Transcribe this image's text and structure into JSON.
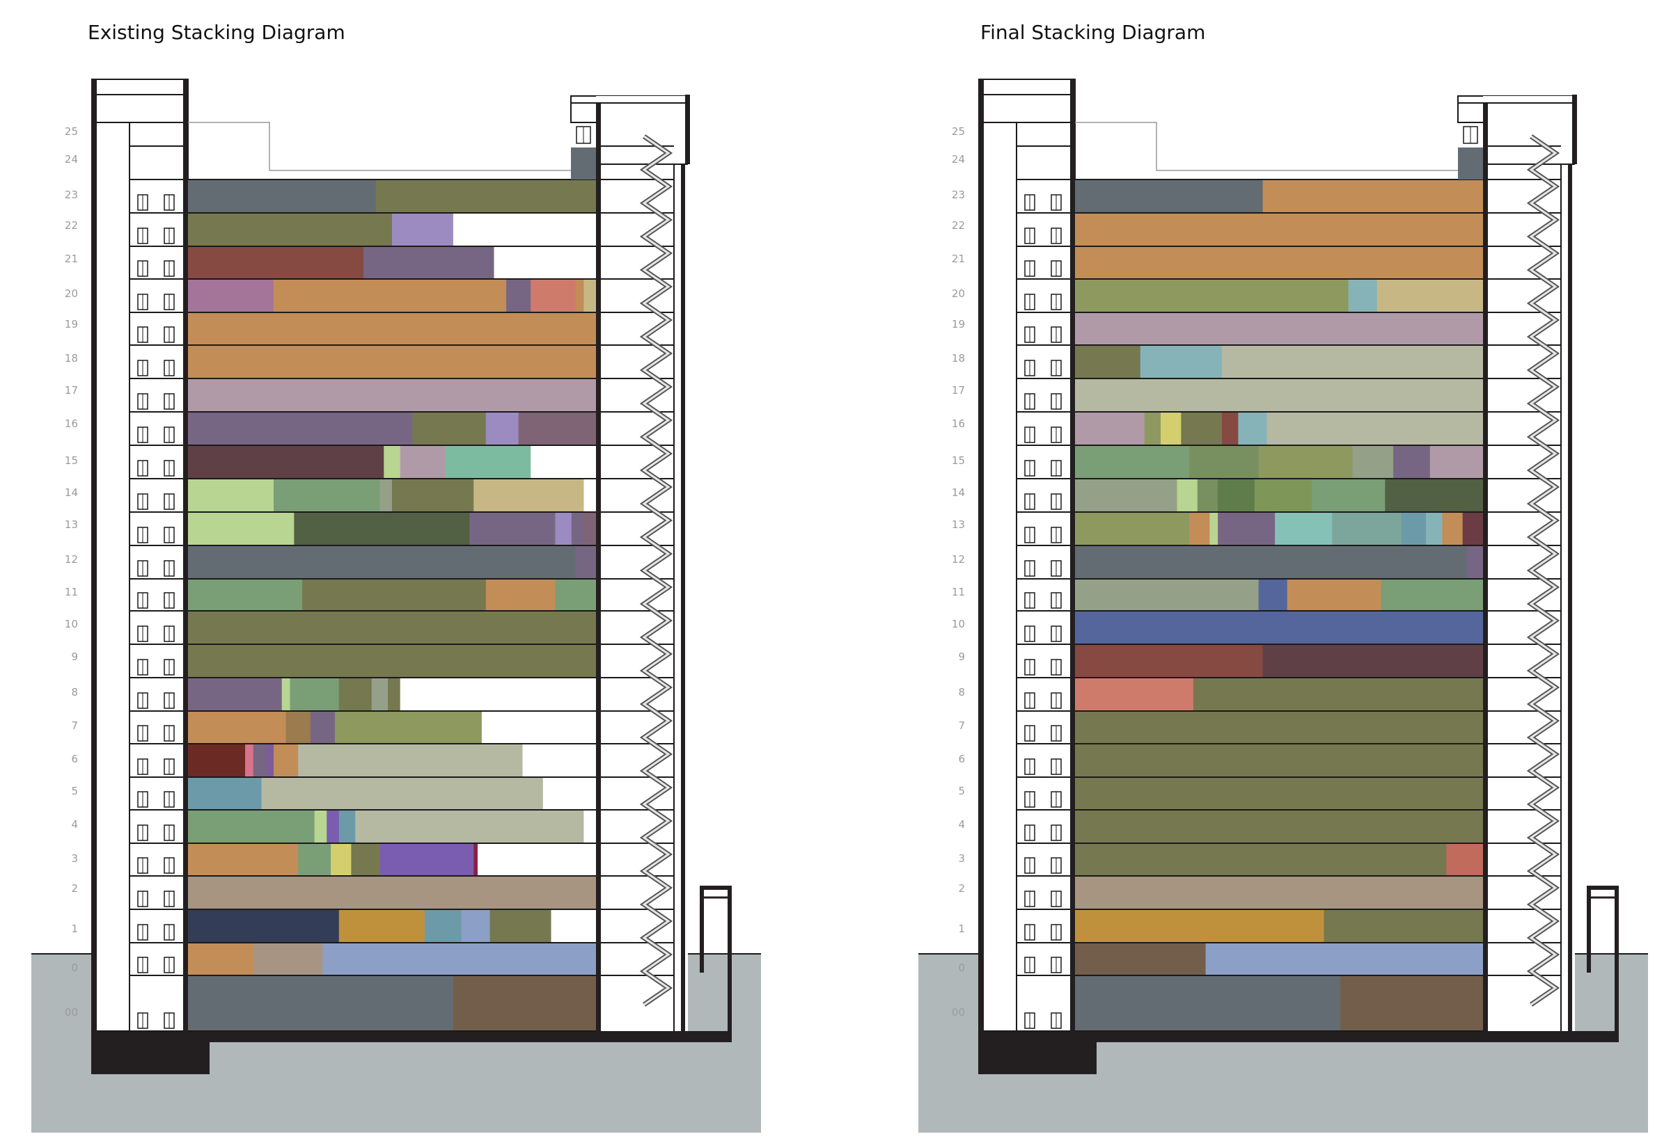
{
  "colors": {
    "ground": "#b1b8b9",
    "structure": "#231f20",
    "line": "#1a1a1a",
    "label": "#9a9a9a",
    "empty": "#ffffff",
    "roof_block": "#636b73"
  },
  "diagrams": [
    {
      "id": "existing",
      "title": "Existing Stacking Diagram",
      "floors": [
        {
          "label": "25",
          "segments": []
        },
        {
          "label": "24",
          "segments": []
        },
        {
          "label": "23",
          "segments": [
            [
              "#636b73",
              0.46
            ],
            [
              "#76784f",
              0.54
            ]
          ]
        },
        {
          "label": "22",
          "segments": [
            [
              "#76784f",
              0.5
            ],
            [
              "#9b8bc1",
              0.15
            ],
            [
              "#ffffff",
              0.35
            ]
          ]
        },
        {
          "label": "21",
          "segments": [
            [
              "#864a42",
              0.43
            ],
            [
              "#776683",
              0.32
            ],
            [
              "#ffffff",
              0.25
            ]
          ]
        },
        {
          "label": "20",
          "segments": [
            [
              "#a57599",
              0.21
            ],
            [
              "#c38d57",
              0.57
            ],
            [
              "#776683",
              0.06
            ],
            [
              "#cf7b6c",
              0.11
            ],
            [
              "#c38d57",
              0.02
            ],
            [
              "#c6b784",
              0.03
            ]
          ]
        },
        {
          "label": "19",
          "segments": [
            [
              "#c38d57",
              1.0
            ]
          ]
        },
        {
          "label": "18",
          "segments": [
            [
              "#c38d57",
              1.0
            ]
          ]
        },
        {
          "label": "17",
          "segments": [
            [
              "#b09aa8",
              1.0
            ]
          ]
        },
        {
          "label": "16",
          "segments": [
            [
              "#776683",
              0.55
            ],
            [
              "#76784f",
              0.18
            ],
            [
              "#9b8bc1",
              0.08
            ],
            [
              "#7f6475",
              0.19
            ]
          ]
        },
        {
          "label": "15",
          "segments": [
            [
              "#5f4046",
              0.48
            ],
            [
              "#b8d591",
              0.04
            ],
            [
              "#b09aa8",
              0.11
            ],
            [
              "#7cbba0",
              0.21
            ],
            [
              "#ffffff",
              0.16
            ]
          ]
        },
        {
          "label": "14",
          "segments": [
            [
              "#b8d591",
              0.21
            ],
            [
              "#7a9e76",
              0.26
            ],
            [
              "#94a087",
              0.03
            ],
            [
              "#76784f",
              0.2
            ],
            [
              "#c6b784",
              0.27
            ],
            [
              "#ffffff",
              0.03
            ]
          ]
        },
        {
          "label": "13",
          "segments": [
            [
              "#b8d591",
              0.26
            ],
            [
              "#526043",
              0.43
            ],
            [
              "#776683",
              0.21
            ],
            [
              "#9b8bc1",
              0.04
            ],
            [
              "#776683",
              0.03
            ],
            [
              "#7f6475",
              0.03
            ]
          ]
        },
        {
          "label": "12",
          "segments": [
            [
              "#636b73",
              0.95
            ],
            [
              "#776683",
              0.05
            ]
          ]
        },
        {
          "label": "11",
          "segments": [
            [
              "#7a9e76",
              0.28
            ],
            [
              "#76784f",
              0.45
            ],
            [
              "#c38d57",
              0.17
            ],
            [
              "#7a9e76",
              0.1
            ]
          ]
        },
        {
          "label": "10",
          "segments": [
            [
              "#76784f",
              1.0
            ]
          ]
        },
        {
          "label": "9",
          "segments": [
            [
              "#76784f",
              1.0
            ]
          ]
        },
        {
          "label": "8",
          "segments": [
            [
              "#776683",
              0.23
            ],
            [
              "#b8d591",
              0.02
            ],
            [
              "#7a9e76",
              0.12
            ],
            [
              "#76784f",
              0.08
            ],
            [
              "#94a087",
              0.04
            ],
            [
              "#76784f",
              0.03
            ],
            [
              "#ffffff",
              0.48
            ]
          ]
        },
        {
          "label": "7",
          "segments": [
            [
              "#c38d57",
              0.24
            ],
            [
              "#9c7b4e",
              0.06
            ],
            [
              "#776683",
              0.06
            ],
            [
              "#8e9960",
              0.36
            ],
            [
              "#ffffff",
              0.28
            ]
          ]
        },
        {
          "label": "6",
          "segments": [
            [
              "#6b2b24",
              0.14
            ],
            [
              "#d8738c",
              0.02
            ],
            [
              "#776683",
              0.03
            ],
            [
              "#7a5d99",
              0.02
            ],
            [
              "#c38d57",
              0.06
            ],
            [
              "#b5b9a2",
              0.55
            ],
            [
              "#ffffff",
              0.18
            ]
          ]
        },
        {
          "label": "5",
          "segments": [
            [
              "#6d9aa9",
              0.18
            ],
            [
              "#b5b9a2",
              0.69
            ],
            [
              "#ffffff",
              0.13
            ]
          ]
        },
        {
          "label": "4",
          "segments": [
            [
              "#7a9e76",
              0.31
            ],
            [
              "#b8d591",
              0.03
            ],
            [
              "#7a5db0",
              0.03
            ],
            [
              "#6d9aa9",
              0.04
            ],
            [
              "#b5b9a2",
              0.56
            ],
            [
              "#ffffff",
              0.03
            ]
          ]
        },
        {
          "label": "3",
          "segments": [
            [
              "#c38d57",
              0.27
            ],
            [
              "#7a9e76",
              0.08
            ],
            [
              "#d4cf6e",
              0.05
            ],
            [
              "#76784f",
              0.07
            ],
            [
              "#7a5db0",
              0.23
            ],
            [
              "#8c2240",
              0.01
            ],
            [
              "#ffffff",
              0.29
            ]
          ]
        },
        {
          "label": "2",
          "segments": [
            [
              "#a79481",
              1.0
            ]
          ]
        },
        {
          "label": "1",
          "segments": [
            [
              "#343d57",
              0.37
            ],
            [
              "#c0913d",
              0.21
            ],
            [
              "#6d9aa9",
              0.09
            ],
            [
              "#8c9fc6",
              0.07
            ],
            [
              "#76784f",
              0.15
            ],
            [
              "#ffffff",
              0.11
            ]
          ]
        },
        {
          "label": "0",
          "segments": [
            [
              "#c38d57",
              0.16
            ],
            [
              "#a89483",
              0.17
            ],
            [
              "#8c9fc6",
              0.67
            ]
          ]
        },
        {
          "label": "00",
          "segments": [
            [
              "#636b73",
              0.65
            ],
            [
              "#735e4b",
              0.35
            ]
          ]
        }
      ]
    },
    {
      "id": "final",
      "title": "Final Stacking Diagram",
      "floors": [
        {
          "label": "25",
          "segments": []
        },
        {
          "label": "24",
          "segments": []
        },
        {
          "label": "23",
          "segments": [
            [
              "#636b73",
              0.46
            ],
            [
              "#c38d57",
              0.54
            ]
          ]
        },
        {
          "label": "22",
          "segments": [
            [
              "#c38d57",
              1.0
            ]
          ]
        },
        {
          "label": "21",
          "segments": [
            [
              "#c38d57",
              1.0
            ]
          ]
        },
        {
          "label": "20",
          "segments": [
            [
              "#8e9960",
              0.67
            ],
            [
              "#86b3b8",
              0.07
            ],
            [
              "#c6b784",
              0.26
            ]
          ]
        },
        {
          "label": "19",
          "segments": [
            [
              "#b09aa8",
              1.0
            ]
          ]
        },
        {
          "label": "18",
          "segments": [
            [
              "#76784f",
              0.16
            ],
            [
              "#86b3b8",
              0.2
            ],
            [
              "#b5b9a2",
              0.64
            ]
          ]
        },
        {
          "label": "17",
          "segments": [
            [
              "#b5b9a2",
              1.0
            ]
          ]
        },
        {
          "label": "16",
          "segments": [
            [
              "#b09aa8",
              0.17
            ],
            [
              "#8e9960",
              0.04
            ],
            [
              "#d4cf6e",
              0.05
            ],
            [
              "#76784f",
              0.1
            ],
            [
              "#864a42",
              0.04
            ],
            [
              "#86b3b8",
              0.07
            ],
            [
              "#b5b9a2",
              0.53
            ]
          ]
        },
        {
          "label": "15",
          "segments": [
            [
              "#7a9e76",
              0.28
            ],
            [
              "#789060",
              0.17
            ],
            [
              "#8e9960",
              0.23
            ],
            [
              "#94a087",
              0.1
            ],
            [
              "#776683",
              0.09
            ],
            [
              "#b09aa8",
              0.13
            ]
          ]
        },
        {
          "label": "14",
          "segments": [
            [
              "#94a087",
              0.25
            ],
            [
              "#b8d591",
              0.05
            ],
            [
              "#789060",
              0.05
            ],
            [
              "#5f7d4a",
              0.09
            ],
            [
              "#7e9758",
              0.14
            ],
            [
              "#7a9e76",
              0.18
            ],
            [
              "#526043",
              0.24
            ]
          ]
        },
        {
          "label": "13",
          "segments": [
            [
              "#8e9960",
              0.28
            ],
            [
              "#c38d57",
              0.05
            ],
            [
              "#b8d591",
              0.02
            ],
            [
              "#776683",
              0.14
            ],
            [
              "#86c1b8",
              0.14
            ],
            [
              "#7ca69c",
              0.17
            ],
            [
              "#6d9aa9",
              0.06
            ],
            [
              "#86b3b8",
              0.04
            ],
            [
              "#c38d57",
              0.05
            ],
            [
              "#6b3c44",
              0.05
            ]
          ]
        },
        {
          "label": "12",
          "segments": [
            [
              "#636b73",
              0.96
            ],
            [
              "#776683",
              0.04
            ]
          ]
        },
        {
          "label": "11",
          "segments": [
            [
              "#94a087",
              0.45
            ],
            [
              "#54669c",
              0.07
            ],
            [
              "#c38d57",
              0.23
            ],
            [
              "#7a9e76",
              0.25
            ]
          ]
        },
        {
          "label": "10",
          "segments": [
            [
              "#54669c",
              1.0
            ]
          ]
        },
        {
          "label": "9",
          "segments": [
            [
              "#864a42",
              0.46
            ],
            [
              "#5f4046",
              0.54
            ]
          ]
        },
        {
          "label": "8",
          "segments": [
            [
              "#cf7b6c",
              0.29
            ],
            [
              "#76784f",
              0.71
            ]
          ]
        },
        {
          "label": "7",
          "segments": [
            [
              "#76784f",
              1.0
            ]
          ]
        },
        {
          "label": "6",
          "segments": [
            [
              "#76784f",
              1.0
            ]
          ]
        },
        {
          "label": "5",
          "segments": [
            [
              "#76784f",
              1.0
            ]
          ]
        },
        {
          "label": "4",
          "segments": [
            [
              "#76784f",
              1.0
            ]
          ]
        },
        {
          "label": "3",
          "segments": [
            [
              "#76784f",
              0.91
            ],
            [
              "#c06b5c",
              0.09
            ]
          ]
        },
        {
          "label": "2",
          "segments": [
            [
              "#a79481",
              1.0
            ]
          ]
        },
        {
          "label": "1",
          "segments": [
            [
              "#c0913d",
              0.61
            ],
            [
              "#76784f",
              0.39
            ]
          ]
        },
        {
          "label": "0",
          "segments": [
            [
              "#735e4b",
              0.32
            ],
            [
              "#8c9fc6",
              0.68
            ]
          ]
        },
        {
          "label": "00",
          "segments": [
            [
              "#636b73",
              0.65
            ],
            [
              "#735e4b",
              0.35
            ]
          ]
        }
      ]
    }
  ]
}
